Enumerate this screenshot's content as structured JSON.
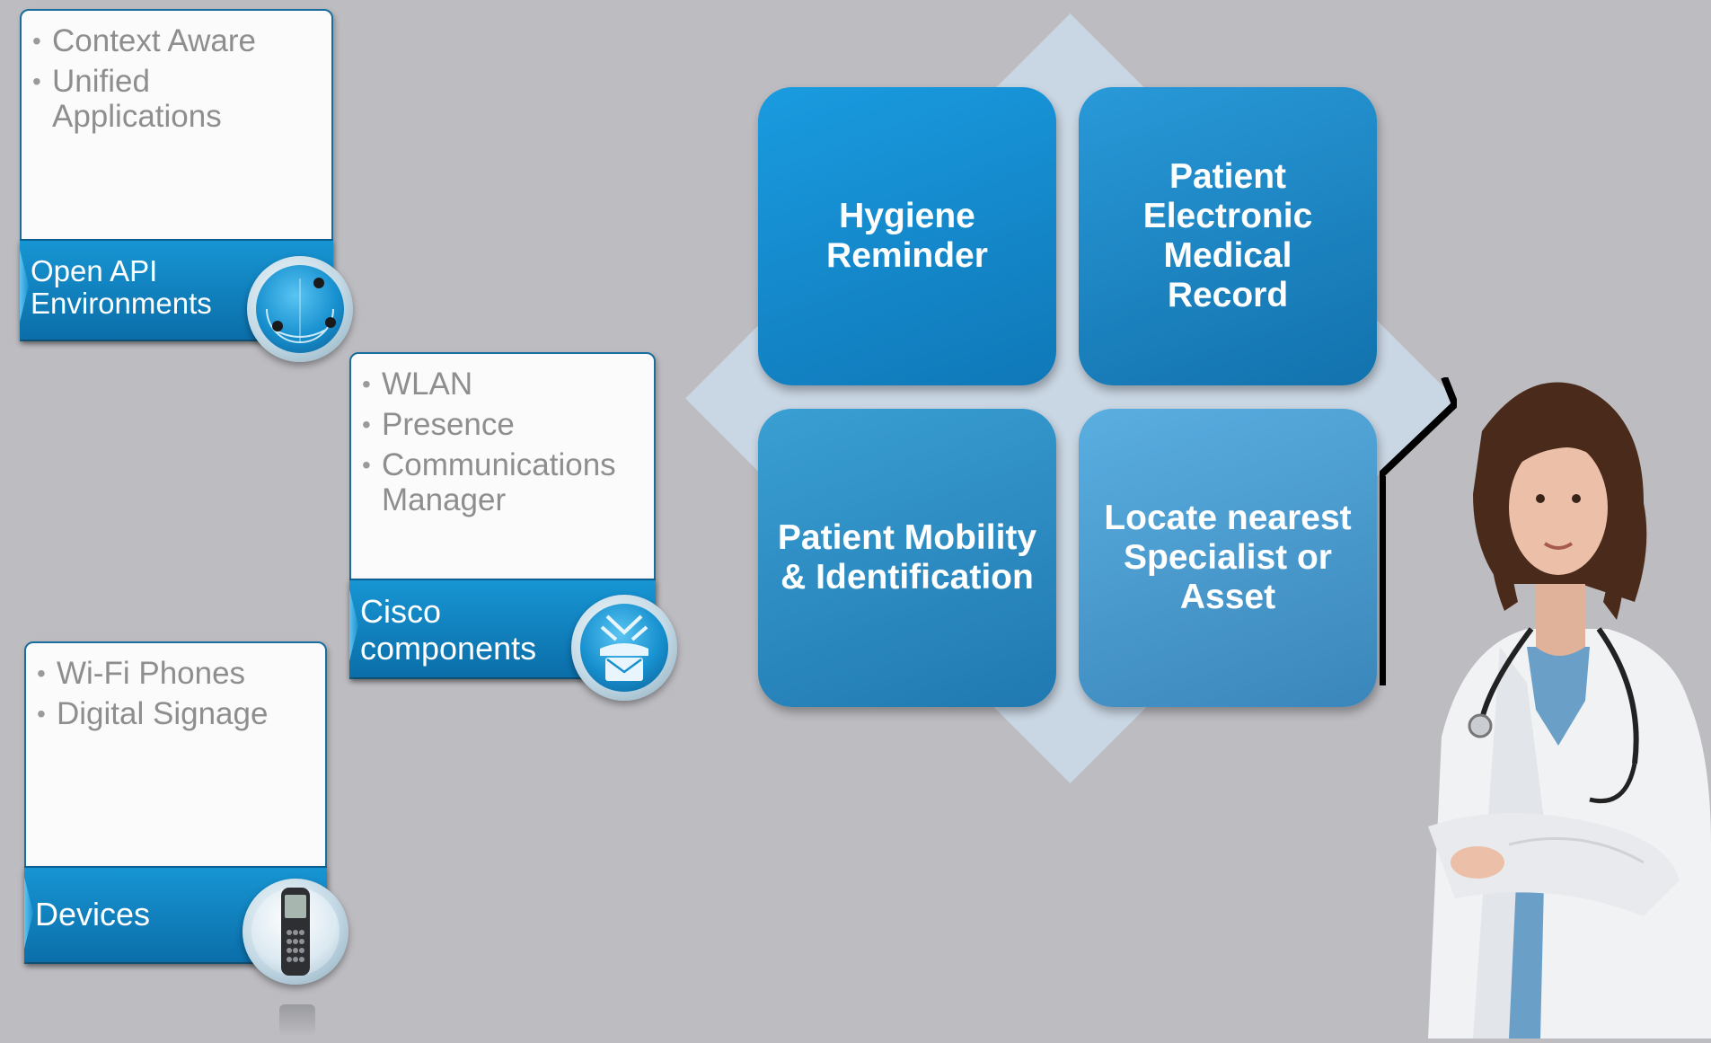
{
  "cards": {
    "api": {
      "items": [
        "Context Aware",
        "Unified Applications"
      ],
      "label": "Open API Environments",
      "icon": "globe-icon"
    },
    "cisco": {
      "items": [
        "WLAN",
        "Presence",
        "Communications Manager"
      ],
      "label": "Cisco components",
      "icon": "communications-icon"
    },
    "devices": {
      "items": [
        "Wi-Fi Phones",
        "Digital Signage"
      ],
      "label": "Devices",
      "icon": "phone-icon"
    }
  },
  "tiles": {
    "top_left": "Hygiene Reminder",
    "top_right": "Patient Electronic Medical Record",
    "bottom_left": "Patient Mobility & Identification",
    "bottom_right": "Locate nearest Specialist or Asset"
  },
  "colors": {
    "background": "#bdbcc1",
    "band_blue": "#1282c4",
    "tile_top_left": "#1690d4",
    "tile_top_right": "#1e8bcb",
    "tile_bottom_left": "#2c90c5",
    "tile_bottom_right": "#4b9ccb",
    "diamond": "#c9d6e3"
  },
  "image": "doctor-photo"
}
